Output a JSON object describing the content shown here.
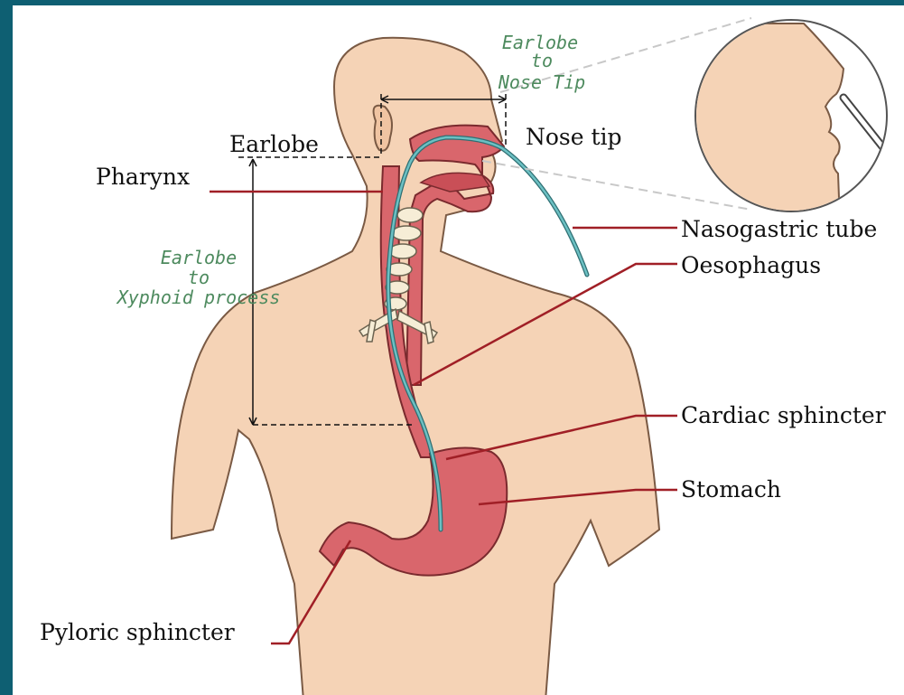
{
  "labels": {
    "earlobe": "Earlobe",
    "nose_tip": "Nose tip",
    "pharynx": "Pharynx",
    "nasogastric_tube": "Nasogastric tube",
    "oesophagus": "Oesophagus",
    "cardiac_sphincter": "Cardiac sphincter",
    "stomach": "Stomach",
    "pyloric_sphincter": "Pyloric sphincter"
  },
  "measurements": {
    "earlobe_to_nose_tip": [
      "Earlobe",
      "to",
      "Nose Tip"
    ],
    "earlobe_to_xyphoid": [
      "Earlobe",
      "to",
      "Xyphoid process"
    ]
  },
  "colors": {
    "frame": "#0e5f72",
    "skin": "#f5d3b6",
    "skin_outline": "#7a5a44",
    "organ": "#d9666c",
    "organ_outline": "#7a2a2e",
    "tube": "#4fa3a6",
    "leader": "#a01f26",
    "measurement_text": "#4d8a5e"
  }
}
